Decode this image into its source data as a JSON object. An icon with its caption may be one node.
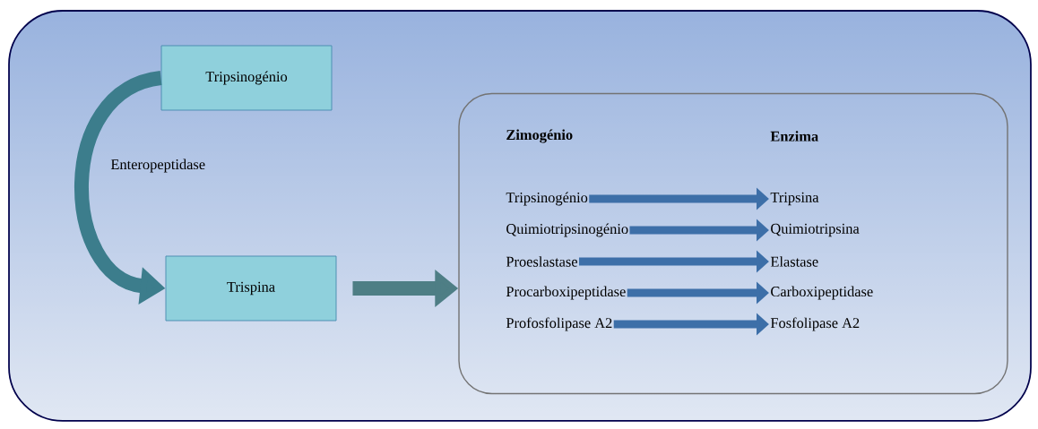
{
  "diagram": {
    "nodes": [
      {
        "text": [],
        "shape": "box"
      },
      {
        "text": [
          "Tripsinogénio"
        ],
        "in": 0
      },
      {
        "text": [
          "Trispina"
        ],
        "in": 0
      },
      {
        "text": [
          "Zimogénio",
          "Enzima"
        ],
        "in": 0
      },
      {
        "text": [
          "Tripsinogénio"
        ],
        "in": 3
      },
      {
        "text": [
          "Quimiotripsinogénio"
        ],
        "in": 3
      },
      {
        "text": [
          "Proeslastase"
        ],
        "in": 3
      },
      {
        "text": [
          "Procarboxipeptidase"
        ],
        "in": 3
      },
      {
        "text": [
          "Profosfolipase A2"
        ],
        "in": 3
      },
      {
        "text": [
          "Tripsina"
        ],
        "in": 3
      },
      {
        "text": [
          "Quimiotripsina"
        ],
        "in": 3
      },
      {
        "text": [
          "Elastase"
        ],
        "in": 3
      },
      {
        "text": [
          "Carboxipeptidase"
        ],
        "in": 3
      },
      {
        "text": [
          "Fosfolipase A2"
        ],
        "in": 3
      }
    ],
    "edges": [
      {
        "from": 1,
        "to": 2,
        "arrow": "to",
        "label": "Enteropeptidase",
        "color": "#3c7d8c"
      },
      {
        "from": 2,
        "to": 3,
        "arrow": "to",
        "color": "#4e7e85"
      },
      {
        "from": 4,
        "to": 9,
        "arrow": "to"
      },
      {
        "from": 5,
        "to": 10,
        "arrow": "to"
      },
      {
        "from": 6,
        "to": 11,
        "arrow": "to"
      },
      {
        "from": 7,
        "to": 12,
        "arrow": "to"
      },
      {
        "from": 8,
        "to": 13,
        "arrow": "to"
      }
    ]
  }
}
